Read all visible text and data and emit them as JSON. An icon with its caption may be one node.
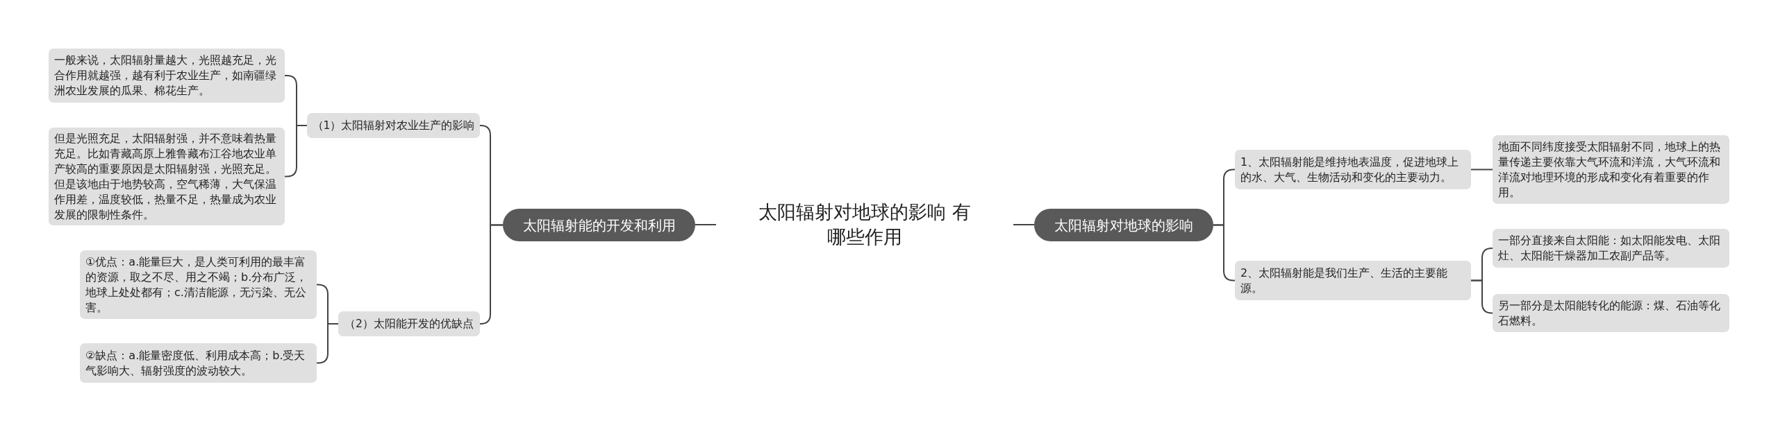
{
  "diagram": {
    "nodes": [
      {
        "text": [
          "太阳辐射对地球的影响 有哪些作用"
        ]
      },
      {
        "text": [
          "太阳辐射能的开发和利用"
        ]
      },
      {
        "text": [
          "（1）太阳辐射对农业生产的影响"
        ]
      },
      {
        "text": [
          "一般来说，太阳辐射量越大，光照越充足，光合作用就越强，越有利于农业生产，如南疆绿洲农业发展的瓜果、棉花生产。"
        ]
      },
      {
        "text": [
          "但是光照充足，太阳辐射强，并不意味着热量充足。比如青藏高原上雅鲁藏布江谷地农业单产较高的重要原因是太阳辐射强，光照充足。但是该地由于地势较高，空气稀薄，大气保温作用差，温度较低，热量不足，热量成为农业发展的限制性条件。"
        ]
      },
      {
        "text": [
          "（2）太阳能开发的优缺点"
        ]
      },
      {
        "text": [
          "①优点：a.能量巨大，是人类可利用的最丰富的资源，取之不尽、用之不竭；b.分布广泛，地球上处处都有；c.清洁能源，无污染、无公害。"
        ]
      },
      {
        "text": [
          "②缺点：a.能量密度低、利用成本高；b.受天气影响大、辐射强度的波动较大。"
        ]
      },
      {
        "text": [
          "太阳辐射对地球的影响"
        ]
      },
      {
        "text": [
          "1、太阳辐射能是维持地表温度，促进地球上的水、大气、生物活动和变化的主要动力。"
        ]
      },
      {
        "text": [
          "地面不同纬度接受太阳辐射不同，地球上的热量传递主要依靠大气环流和洋流，大气环流和洋流对地理环境的形成和变化有着重要的作用。"
        ]
      },
      {
        "text": [
          "2、太阳辐射能是我们生产、生活的主要能源。"
        ]
      },
      {
        "text": [
          "一部分直接来自太阳能：如太阳能发电、太阳灶、太阳能干燥器加工农副产品等。"
        ]
      },
      {
        "text": [
          "另一部分是太阳能转化的能源：煤、石油等化石燃料。"
        ]
      }
    ],
    "edges": [
      {
        "from": 0,
        "to": 1,
        "arrow": "none"
      },
      {
        "from": 1,
        "to": 2,
        "arrow": "none"
      },
      {
        "from": 2,
        "to": 3,
        "arrow": "none"
      },
      {
        "from": 2,
        "to": 4,
        "arrow": "none"
      },
      {
        "from": 1,
        "to": 5,
        "arrow": "none"
      },
      {
        "from": 5,
        "to": 6,
        "arrow": "none"
      },
      {
        "from": 5,
        "to": 7,
        "arrow": "none"
      },
      {
        "from": 0,
        "to": 8,
        "arrow": "none"
      },
      {
        "from": 8,
        "to": 9,
        "arrow": "none"
      },
      {
        "from": 9,
        "to": 10,
        "arrow": "none"
      },
      {
        "from": 8,
        "to": 11,
        "arrow": "none"
      },
      {
        "from": 11,
        "to": 12,
        "arrow": "none"
      },
      {
        "from": 11,
        "to": 13,
        "arrow": "none"
      }
    ]
  }
}
